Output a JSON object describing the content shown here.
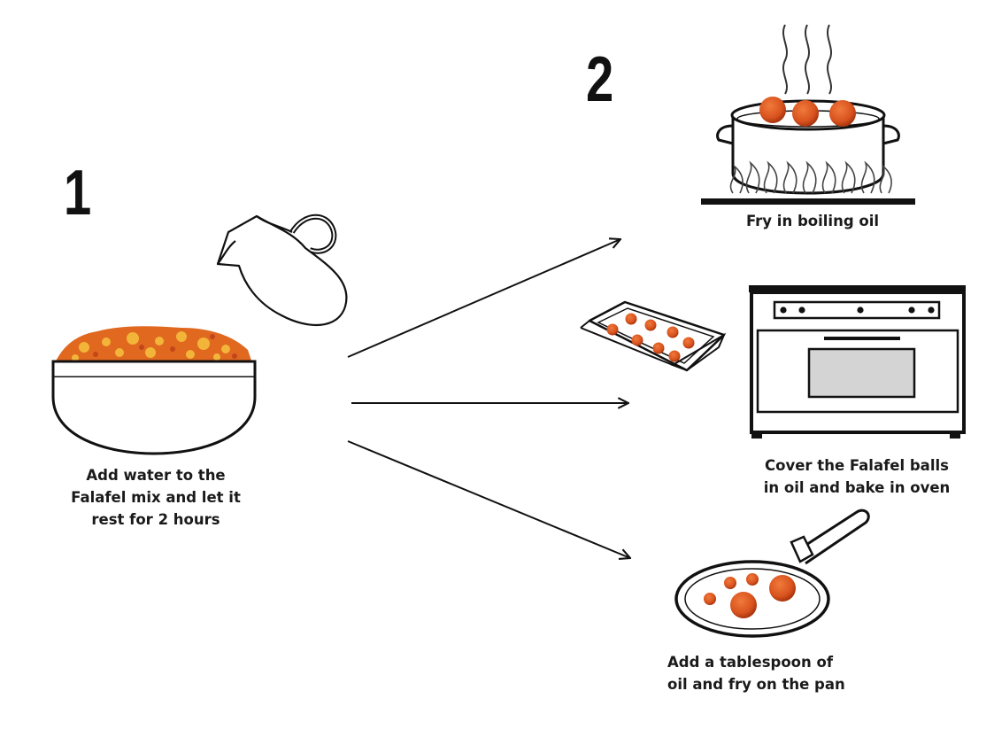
{
  "steps": {
    "step1_number": "1",
    "step2_number": "2"
  },
  "captions": {
    "soak": "Add water to the\nFalafel mix and let it\nrest for 2 hours",
    "deep_fry": "Fry in boiling oil",
    "bake": "Cover the Falafel balls\nin oil and bake in oven",
    "pan_fry": "Add a tablespoon of\noil and fry on the pan"
  },
  "colors": {
    "falafel": "#d9531e",
    "falafel_dark": "#b63a12",
    "ink": "#111111",
    "oven_window": "#d4d4d4",
    "mix_orange": "#e0681f",
    "mix_yellow": "#f2b53a"
  }
}
